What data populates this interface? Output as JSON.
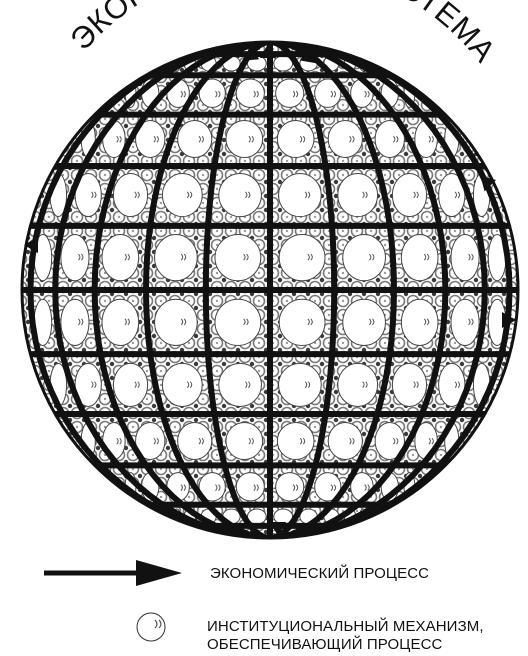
{
  "diagram": {
    "title": "ЭКОНОМИЧЕСКАЯ СИСТЕМА",
    "legend": {
      "process_label": "ЭКОНОМИЧЕСКИЙ ПРОЦЕСС",
      "mechanism_label_line1": "ИНСТИТУЦИОНАЛЬНЫЙ МЕХАНИЗМ,",
      "mechanism_label_line2": "ОБЕСПЕЧИВАЮЩИЙ ПРОЦЕСС"
    },
    "colors": {
      "ink": "#111111",
      "background": "#ffffff",
      "texture": "#6a6a6a"
    },
    "icons": {
      "process": "arrow-right-icon",
      "mechanism": "circle-quote-icon"
    }
  }
}
